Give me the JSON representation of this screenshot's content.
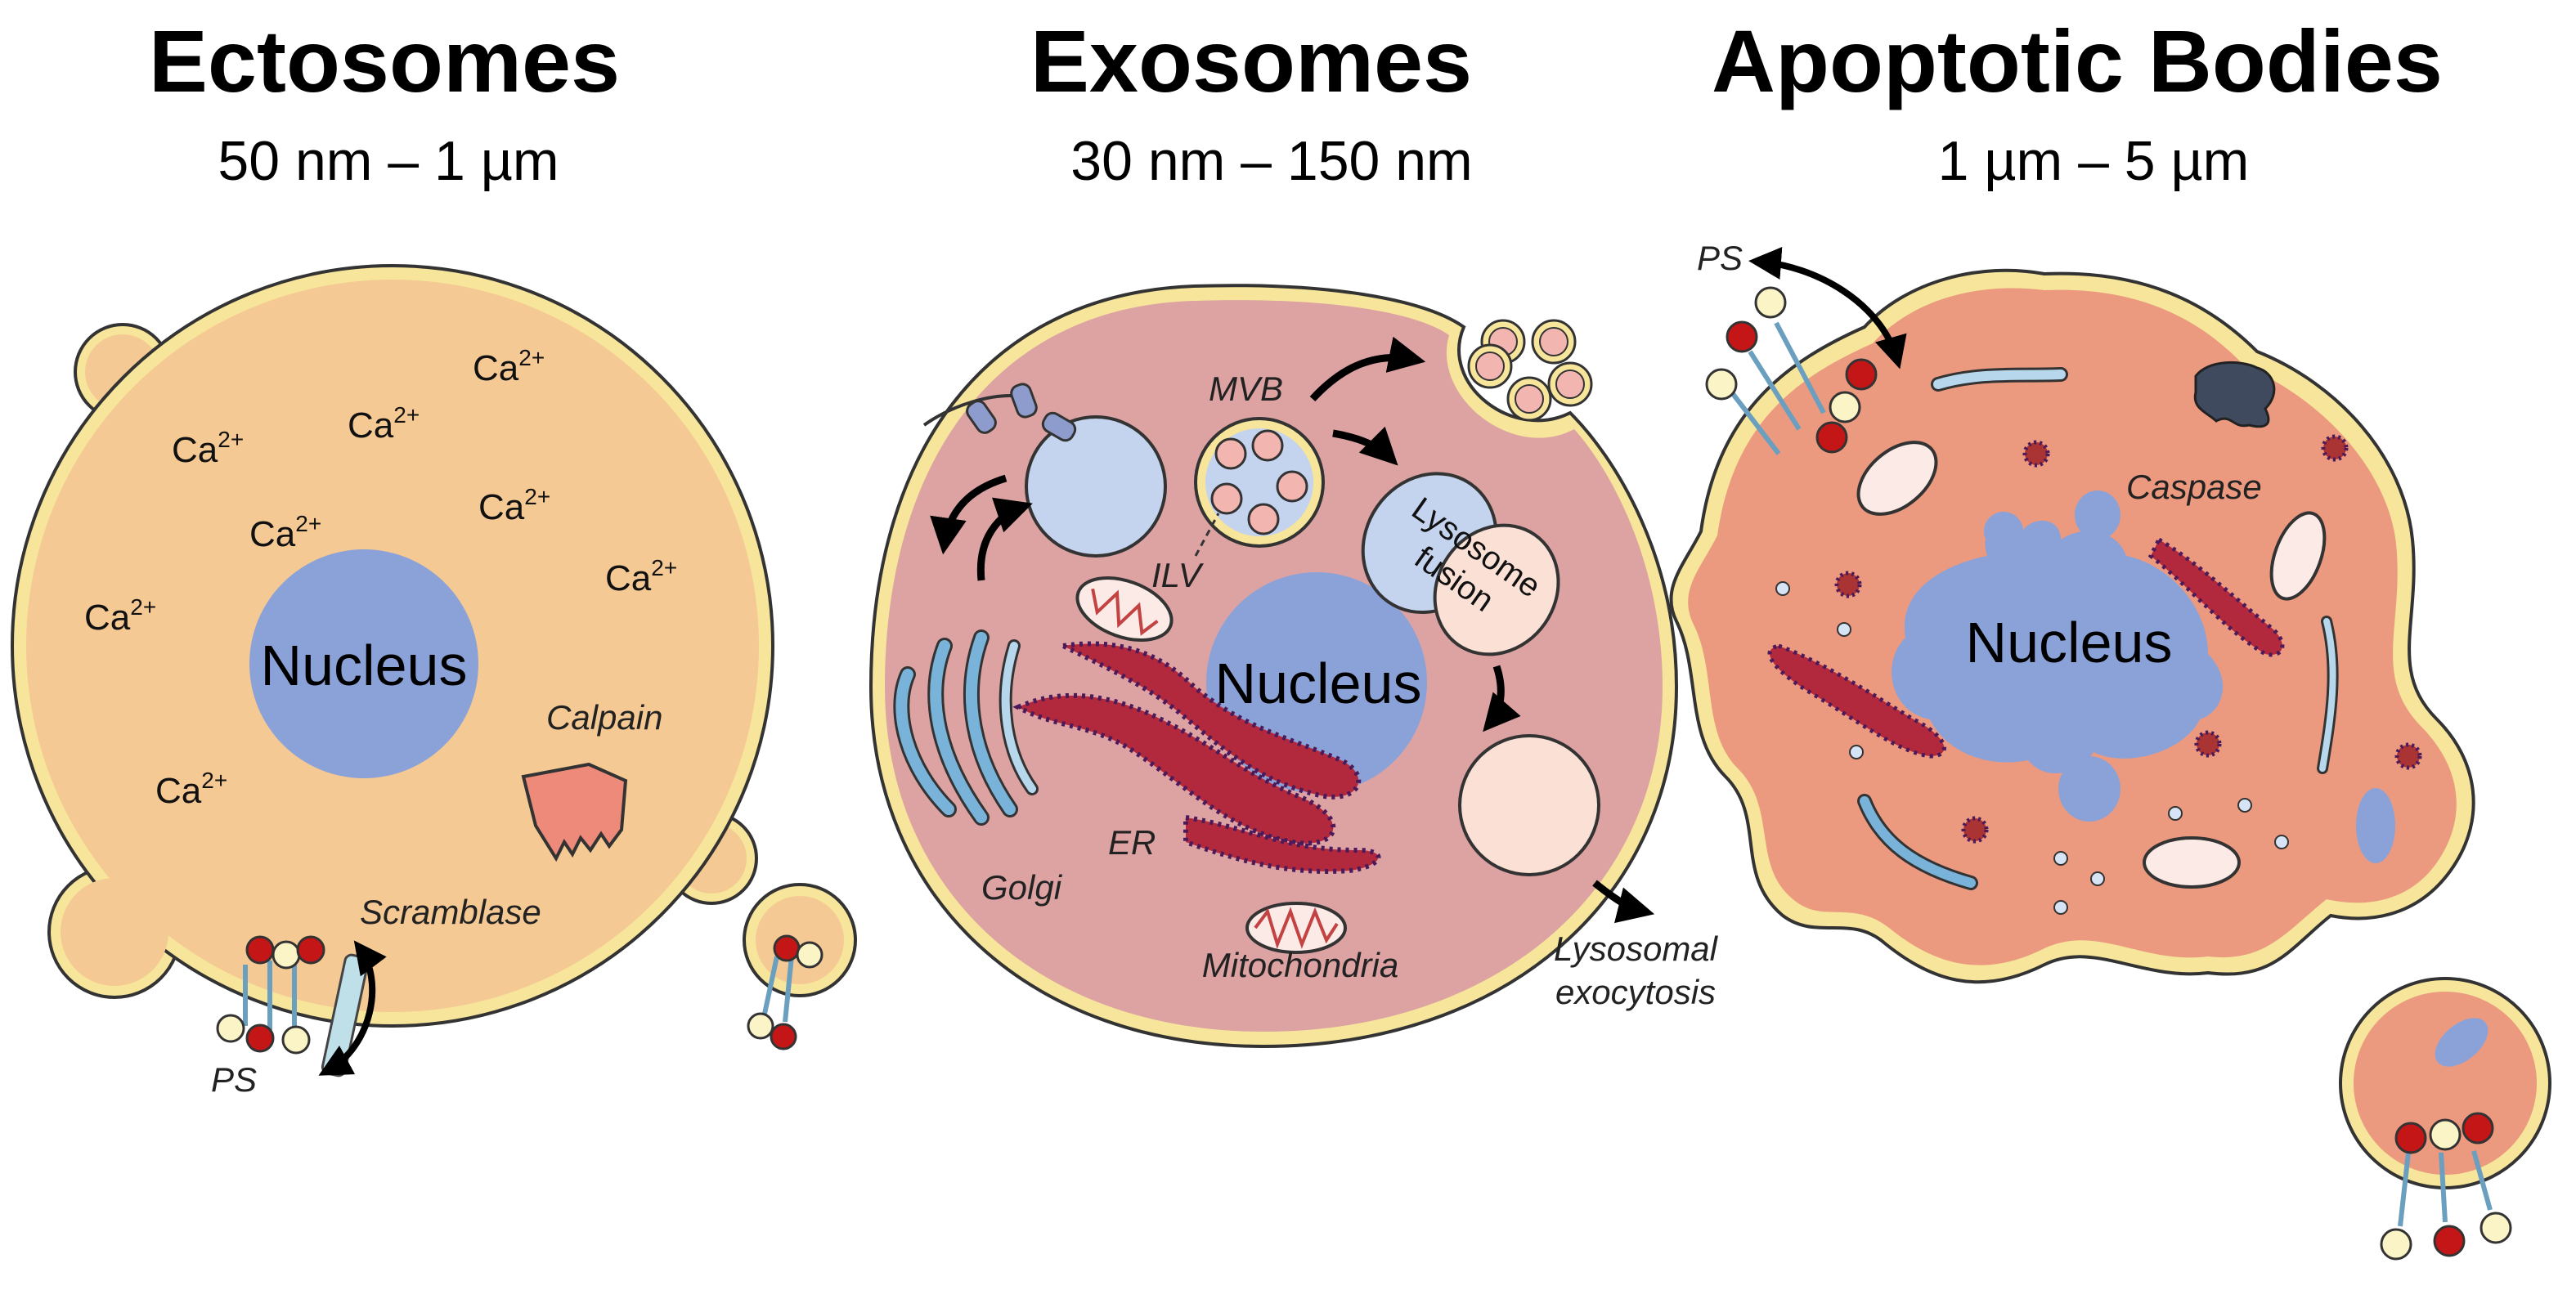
{
  "panels": [
    {
      "title": "Ectosomes",
      "size_range": "50 nm – 1 µm"
    },
    {
      "title": "Exosomes",
      "size_range": "30 nm – 150 nm"
    },
    {
      "title": "Apoptotic Bodies",
      "size_range": "1 µm – 5 µm"
    }
  ],
  "ectosome": {
    "nucleus": "Nucleus",
    "calcium": "Ca",
    "calcium_charge": "2+",
    "calpain": "Calpain",
    "scramblase": "Scramblase",
    "ps": "PS"
  },
  "exosome": {
    "nucleus": "Nucleus",
    "mvb": "MVB",
    "ilv": "ILV",
    "lysosome_fusion_1": "Lysosome",
    "lysosome_fusion_2": "fusion",
    "golgi": "Golgi",
    "er": "ER",
    "mitochondria": "Mitochondria",
    "lysosomal_exocytosis_1": "Lysosomal",
    "lysosomal_exocytosis_2": "exocytosis"
  },
  "apoptotic": {
    "nucleus": "Nucleus",
    "caspase": "Caspase",
    "ps": "PS"
  },
  "colors": {
    "membrane": "#f6e59a",
    "ectosome_cytoplasm": "#f5c994",
    "exosome_cytoplasm": "#dda3a3",
    "apoptotic_cytoplasm": "#eb9a80",
    "nucleus": "#8aa2d8",
    "ps_red": "#c41616",
    "ps_cream": "#fbf4c6"
  }
}
